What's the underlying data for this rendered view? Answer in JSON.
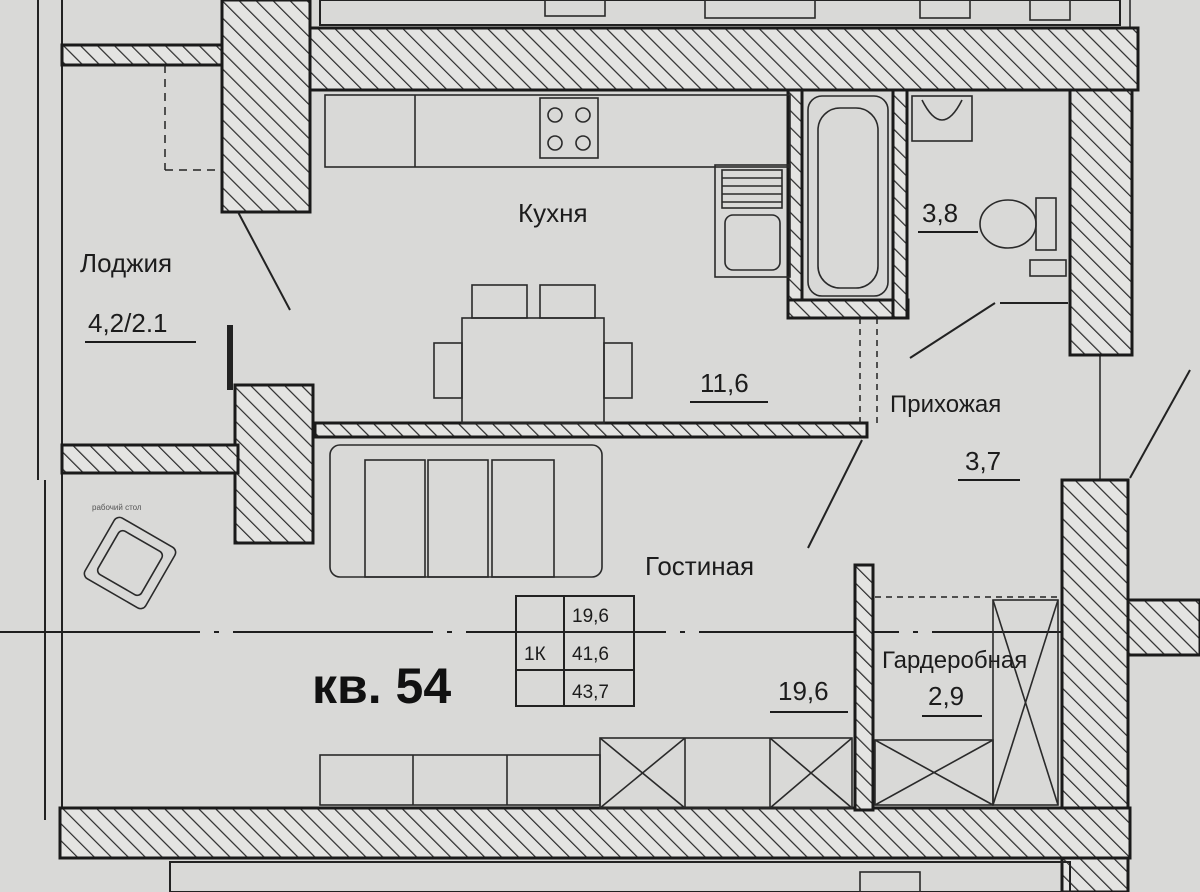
{
  "apartment": {
    "title": "кв. 54",
    "table": {
      "type": "1К",
      "living": "19,6",
      "total_no_loggia": "41,6",
      "total": "43,7"
    }
  },
  "rooms": [
    {
      "id": "loggia",
      "name": "Лоджия",
      "area": "4,2/2.1"
    },
    {
      "id": "kitchen",
      "name": "Кухня",
      "area": "11,6"
    },
    {
      "id": "bathroom",
      "name": "",
      "area": "3,8"
    },
    {
      "id": "hallway",
      "name": "Прихожая",
      "area": "3,7"
    },
    {
      "id": "living",
      "name": "Гостиная",
      "area": "19,6"
    },
    {
      "id": "wardrobe",
      "name": "Гардеробная",
      "area": "2,9"
    }
  ],
  "annotations": {
    "workplace": "рабочий стол"
  }
}
